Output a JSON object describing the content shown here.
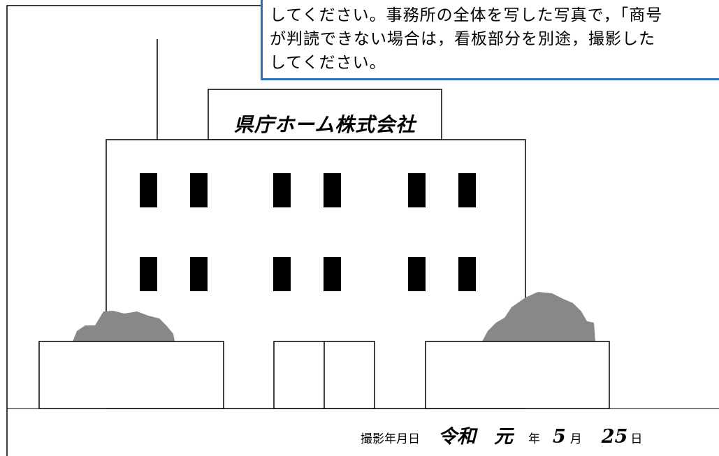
{
  "callout": {
    "lines": [
      "してください。事務所の全体を写した写真で，「商号",
      "が判読できない場合は，看板部分を別途，撮影した",
      "してください。"
    ]
  },
  "building": {
    "sign_text": "県庁ホーム株式会社"
  },
  "photo_date": {
    "label": "撮影年月日",
    "era": "令和",
    "year": "元",
    "year_unit": "年",
    "month": "5",
    "month_unit": "月",
    "day": "25",
    "day_unit": "日"
  },
  "colors": {
    "callout_border": "#2e6fb4",
    "shrub": "#888888",
    "windows": "#000000"
  }
}
